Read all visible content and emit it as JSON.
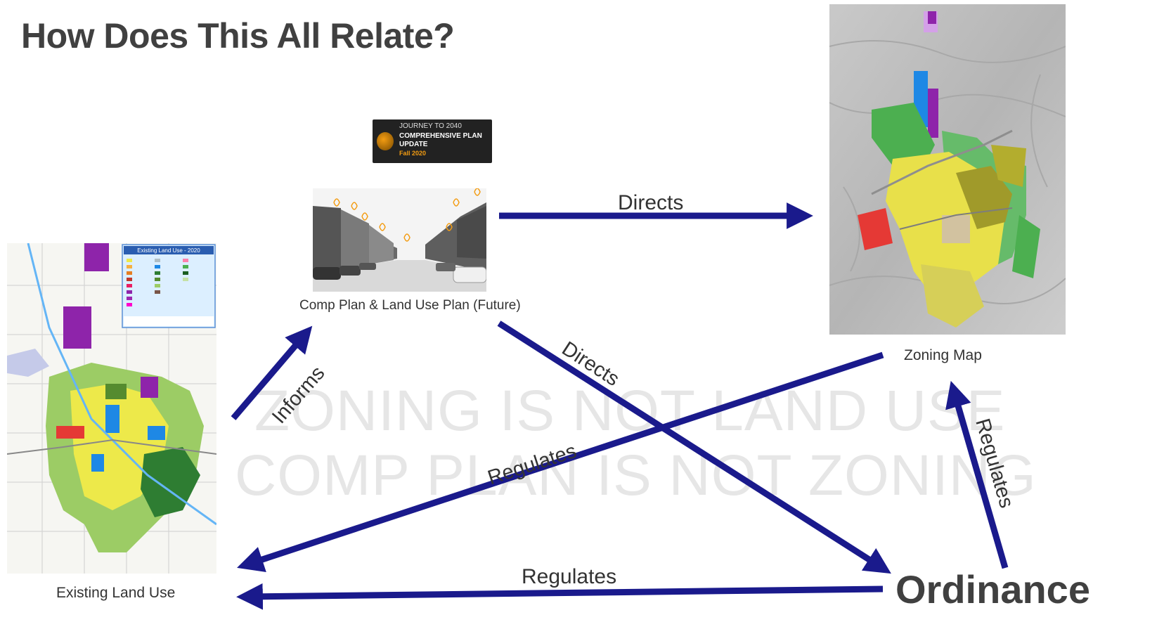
{
  "title": "How Does This All Relate?",
  "watermark": {
    "line1": "ZONING IS NOT LAND USE",
    "line2": "COMP PLAN IS NOT ZONING"
  },
  "badge": {
    "line1": "JOURNEY TO 2040",
    "line2": "COMPREHENSIVE PLAN",
    "line3": "UPDATE",
    "line4": "Fall 2020"
  },
  "existing_map": {
    "legend_title": "Existing Land Use - 2020",
    "caption": "Existing Land Use"
  },
  "comp_plan": {
    "caption": "Comp Plan & Land Use Plan (Future)"
  },
  "zoning_map": {
    "caption": "Zoning Map"
  },
  "ordinance": {
    "label": "Ordinance"
  },
  "relations": {
    "informs": "Informs",
    "directs_top": "Directs",
    "directs_diag": "Directs",
    "regulates_diag": "Regulates",
    "regulates_bottom": "Regulates",
    "regulates_right": "Regulates"
  },
  "colors": {
    "arrow": "#1a1a8c",
    "title": "#404040",
    "watermark": "#e6e6e6"
  }
}
